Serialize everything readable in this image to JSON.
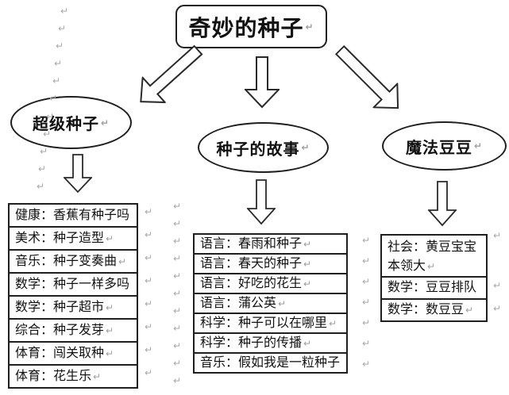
{
  "page": {
    "background": "#ffffff"
  },
  "colors": {
    "line": "#1f1f1f",
    "text": "#111111",
    "mark": "#9e9e9e"
  },
  "decoration": {
    "return_mark": "↵"
  },
  "title": {
    "text": "奇妙的种子"
  },
  "branches": [
    {
      "label": "超级种子",
      "items": [
        "健康：香蕉有种子吗",
        "美术：种子造型",
        "音乐：种子变奏曲",
        "数学：种子一样多吗",
        "数学：种子超市",
        "综合：种子发芽",
        "体育：闯关取种",
        "体育：花生乐"
      ]
    },
    {
      "label": "种子的故事",
      "items": [
        "语言：春雨和种子",
        "语言：春天的种子",
        "语言：好吃的花生",
        "语言：蒲公英",
        "科学：种子可以在哪里",
        "科学：种子的传播",
        "音乐：假如我是一粒种子"
      ]
    },
    {
      "label": "魔法豆豆",
      "items": [
        "社会：黄豆宝宝本领大",
        "数学：豆豆排队",
        "数学：数豆豆"
      ]
    }
  ]
}
